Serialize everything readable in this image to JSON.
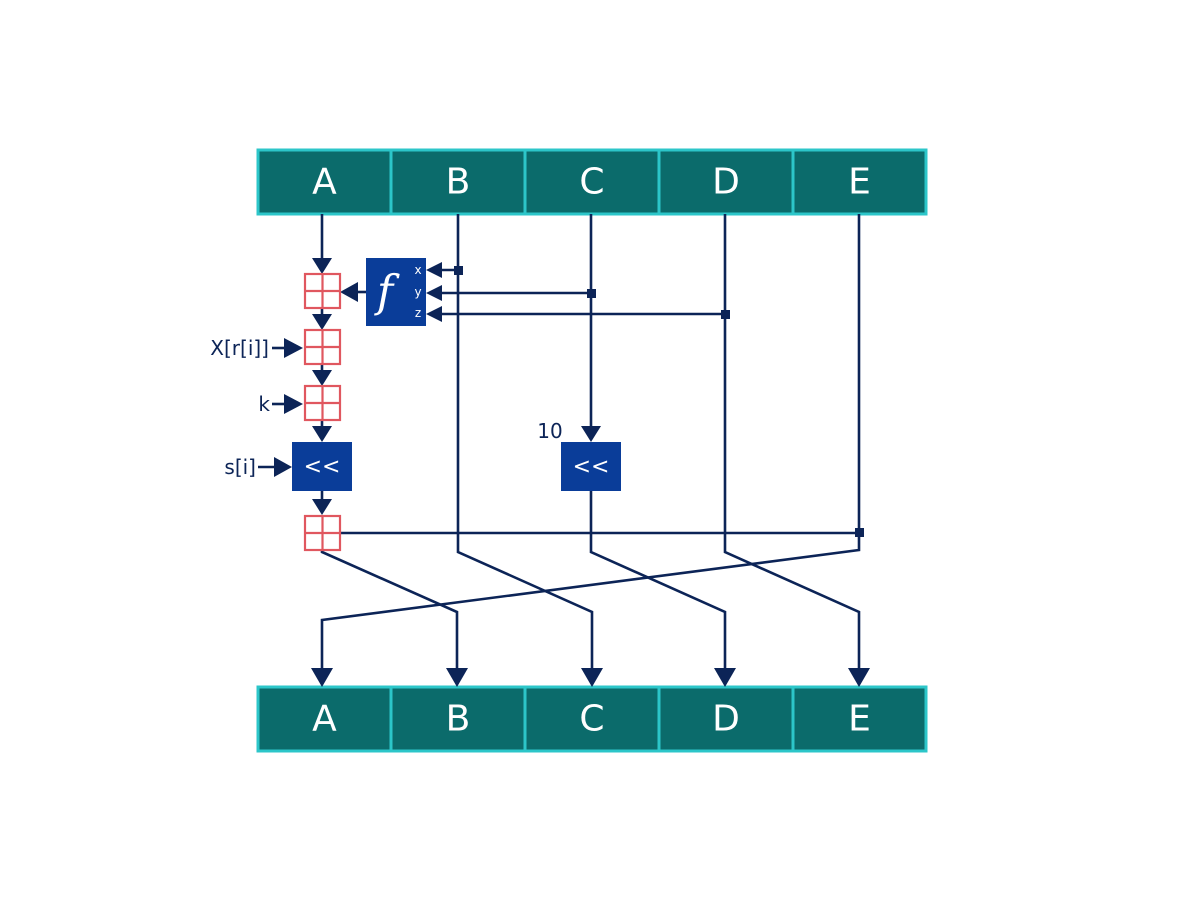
{
  "registers_top": [
    "A",
    "B",
    "C",
    "D",
    "E"
  ],
  "registers_bottom": [
    "A",
    "B",
    "C",
    "D",
    "E"
  ],
  "function_box": {
    "symbol": "f",
    "ports": [
      "x",
      "y",
      "z"
    ]
  },
  "inputs": {
    "message_word": "X[r[i]]",
    "constant": "k",
    "shift": "s[i]"
  },
  "rotate_operator": "<<",
  "rotate_c_amount": "10",
  "colors": {
    "register_fill": "#0b6b6b",
    "register_border": "#2cc6c9",
    "wire": "#0c2457",
    "operator_box": "#0a3d99",
    "adder": "#e0575f"
  }
}
